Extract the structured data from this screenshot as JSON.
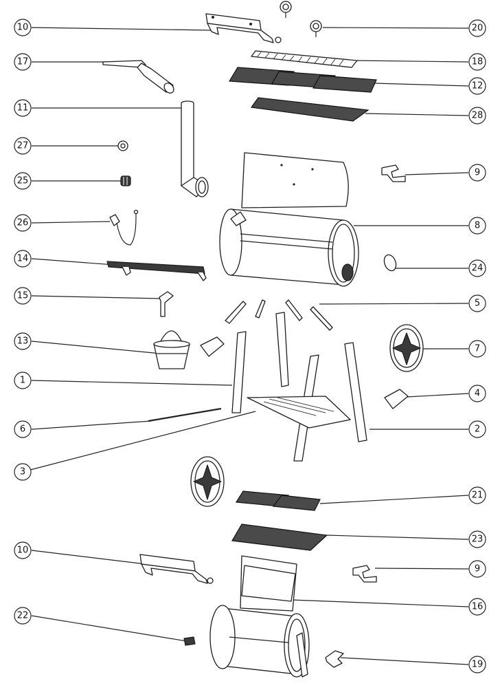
{
  "callouts": [
    {
      "id": "c10a",
      "label": "10",
      "side": "left"
    },
    {
      "id": "c17",
      "label": "17",
      "side": "left"
    },
    {
      "id": "c11",
      "label": "11",
      "side": "left"
    },
    {
      "id": "c27",
      "label": "27",
      "side": "left"
    },
    {
      "id": "c25",
      "label": "25",
      "side": "left"
    },
    {
      "id": "c26",
      "label": "26",
      "side": "left"
    },
    {
      "id": "c14",
      "label": "14",
      "side": "left"
    },
    {
      "id": "c15",
      "label": "15",
      "side": "left"
    },
    {
      "id": "c13",
      "label": "13",
      "side": "left"
    },
    {
      "id": "c1",
      "label": "1",
      "side": "left"
    },
    {
      "id": "c6",
      "label": "6",
      "side": "left"
    },
    {
      "id": "c3",
      "label": "3",
      "side": "left"
    },
    {
      "id": "c10b",
      "label": "10",
      "side": "left"
    },
    {
      "id": "c22",
      "label": "22",
      "side": "left"
    },
    {
      "id": "c20",
      "label": "20",
      "side": "right"
    },
    {
      "id": "c18",
      "label": "18",
      "side": "right"
    },
    {
      "id": "c12",
      "label": "12",
      "side": "right"
    },
    {
      "id": "c28",
      "label": "28",
      "side": "right"
    },
    {
      "id": "c9a",
      "label": "9",
      "side": "right"
    },
    {
      "id": "c8",
      "label": "8",
      "side": "right"
    },
    {
      "id": "c24",
      "label": "24",
      "side": "right"
    },
    {
      "id": "c5",
      "label": "5",
      "side": "right"
    },
    {
      "id": "c7",
      "label": "7",
      "side": "right"
    },
    {
      "id": "c4",
      "label": "4",
      "side": "right"
    },
    {
      "id": "c2",
      "label": "2",
      "side": "right"
    },
    {
      "id": "c21",
      "label": "21",
      "side": "right"
    },
    {
      "id": "c23",
      "label": "23",
      "side": "right"
    },
    {
      "id": "c9b",
      "label": "9",
      "side": "right"
    },
    {
      "id": "c16",
      "label": "16",
      "side": "right"
    },
    {
      "id": "c19",
      "label": "19",
      "side": "right"
    }
  ]
}
